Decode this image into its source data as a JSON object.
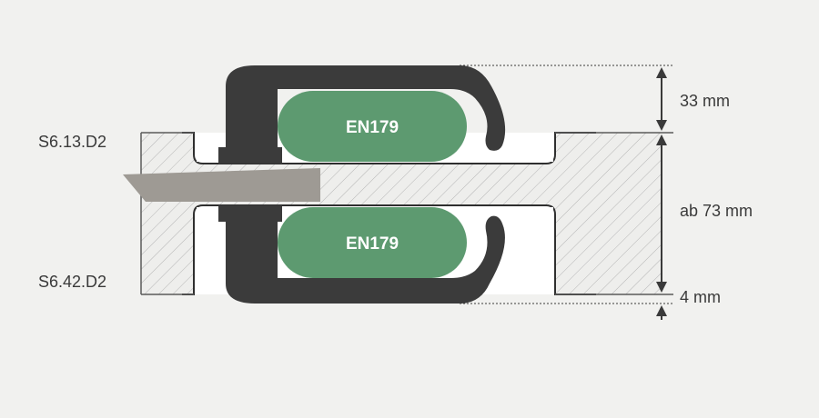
{
  "labels": {
    "top_part": "S6.13.D2",
    "bottom_part": "S6.42.D2"
  },
  "handles": {
    "top_label": "EN179",
    "bottom_label": "EN179"
  },
  "dimensions": {
    "top_offset": "33 mm",
    "door_thickness": "ab 73 mm",
    "bottom_offset": "4 mm"
  },
  "colors": {
    "background": "#f1f1ef",
    "handle": "#3b3b3b",
    "pill": "#5d9a70",
    "pill_text": "#ffffff",
    "latch": "#9e9a94",
    "hatch": "#b8b8b8"
  }
}
